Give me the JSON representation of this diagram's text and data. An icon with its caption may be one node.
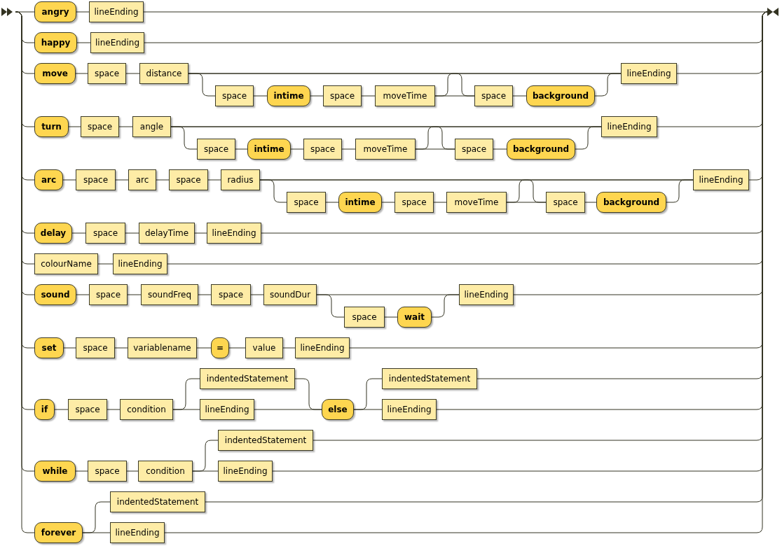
{
  "diagram": {
    "nodes": [
      {
        "text": [],
        "shape": "triangle"
      },
      {
        "text": [
          "angry"
        ]
      },
      {
        "text": [
          "lineEnding"
        ]
      },
      {
        "text": [
          "happy"
        ]
      },
      {
        "text": [
          "lineEnding"
        ]
      },
      {
        "text": [
          "move"
        ]
      },
      {
        "text": [
          "space"
        ]
      },
      {
        "text": [
          "distance"
        ]
      },
      {
        "text": [
          "space"
        ]
      },
      {
        "text": [
          "intime"
        ]
      },
      {
        "text": [
          "space"
        ]
      },
      {
        "text": [
          "moveTime"
        ]
      },
      {
        "text": [
          "space"
        ]
      },
      {
        "text": [
          "background"
        ]
      },
      {
        "text": [
          "lineEnding"
        ]
      },
      {
        "text": [
          "turn"
        ]
      },
      {
        "text": [
          "space"
        ]
      },
      {
        "text": [
          "angle"
        ]
      },
      {
        "text": [
          "space"
        ]
      },
      {
        "text": [
          "intime"
        ]
      },
      {
        "text": [
          "space"
        ]
      },
      {
        "text": [
          "moveTime"
        ]
      },
      {
        "text": [
          "space"
        ]
      },
      {
        "text": [
          "background"
        ]
      },
      {
        "text": [
          "lineEnding"
        ]
      },
      {
        "text": [
          "arc"
        ]
      },
      {
        "text": [
          "space"
        ]
      },
      {
        "text": [
          "arc"
        ]
      },
      {
        "text": [
          "space"
        ]
      },
      {
        "text": [
          "radius"
        ]
      },
      {
        "text": [
          "space"
        ]
      },
      {
        "text": [
          "intime"
        ]
      },
      {
        "text": [
          "space"
        ]
      },
      {
        "text": [
          "moveTime"
        ]
      },
      {
        "text": [
          "space"
        ]
      },
      {
        "text": [
          "background"
        ]
      },
      {
        "text": [
          "lineEnding"
        ]
      },
      {
        "text": [
          "delay"
        ]
      },
      {
        "text": [
          "space"
        ]
      },
      {
        "text": [
          "delayTime"
        ]
      },
      {
        "text": [
          "lineEnding"
        ]
      },
      {
        "text": [
          "colourName"
        ]
      },
      {
        "text": [
          "lineEnding"
        ]
      },
      {
        "text": [
          "sound"
        ]
      },
      {
        "text": [
          "space"
        ]
      },
      {
        "text": [
          "soundFreq"
        ]
      },
      {
        "text": [
          "space"
        ]
      },
      {
        "text": [
          "soundDur"
        ]
      },
      {
        "text": [
          "space"
        ]
      },
      {
        "text": [
          "wait"
        ]
      },
      {
        "text": [
          "lineEnding"
        ]
      },
      {
        "text": [
          "set"
        ]
      },
      {
        "text": [
          "space"
        ]
      },
      {
        "text": [
          "variablename"
        ]
      },
      {
        "text": [
          "="
        ]
      },
      {
        "text": [
          "value"
        ]
      },
      {
        "text": [
          "lineEnding"
        ]
      },
      {
        "text": [
          "if"
        ]
      },
      {
        "text": [
          "space"
        ]
      },
      {
        "text": [
          "condition"
        ]
      },
      {
        "text": [
          "indentedStatement"
        ]
      },
      {
        "text": [
          "lineEnding"
        ]
      },
      {
        "text": [
          "else"
        ]
      },
      {
        "text": [
          "indentedStatement"
        ]
      },
      {
        "text": [
          "lineEnding"
        ]
      },
      {
        "text": [
          "while"
        ]
      },
      {
        "text": [
          "space"
        ]
      },
      {
        "text": [
          "condition"
        ]
      },
      {
        "text": [
          "indentedStatement"
        ]
      },
      {
        "text": [
          "lineEnding"
        ]
      },
      {
        "text": [
          "forever"
        ]
      },
      {
        "text": [
          "indentedStatement"
        ]
      },
      {
        "text": [
          "lineEnding"
        ]
      },
      {
        "text": [],
        "shape": "triangle"
      }
    ],
    "edges": [
      {
        "from": 0,
        "to": 1,
        "arrow": "none"
      },
      {
        "from": 0,
        "to": 3,
        "arrow": "none"
      },
      {
        "from": 0,
        "to": 5,
        "arrow": "none"
      },
      {
        "from": 0,
        "to": 15,
        "arrow": "none"
      },
      {
        "from": 0,
        "to": 25,
        "arrow": "none"
      },
      {
        "from": 0,
        "to": 37,
        "arrow": "none"
      },
      {
        "from": 0,
        "to": 41,
        "arrow": "none"
      },
      {
        "from": 0,
        "to": 43,
        "arrow": "none"
      },
      {
        "from": 0,
        "to": 51,
        "arrow": "none"
      },
      {
        "from": 0,
        "to": 57,
        "arrow": "none"
      },
      {
        "from": 0,
        "to": 65,
        "arrow": "none"
      },
      {
        "from": 0,
        "to": 70,
        "arrow": "none"
      },
      {
        "from": 1,
        "to": 2,
        "arrow": "none"
      },
      {
        "from": 2,
        "to": 73,
        "arrow": "none"
      },
      {
        "from": 3,
        "to": 4,
        "arrow": "none"
      },
      {
        "from": 4,
        "to": 73,
        "arrow": "none"
      },
      {
        "from": 5,
        "to": 6,
        "arrow": "none"
      },
      {
        "from": 6,
        "to": 7,
        "arrow": "none"
      },
      {
        "from": 7,
        "to": 8,
        "arrow": "none"
      },
      {
        "from": 8,
        "to": 9,
        "arrow": "none"
      },
      {
        "from": 9,
        "to": 10,
        "arrow": "none"
      },
      {
        "from": 10,
        "to": 11,
        "arrow": "none"
      },
      {
        "from": 7,
        "to": 12,
        "arrow": "none"
      },
      {
        "from": 11,
        "to": 12,
        "arrow": "none"
      },
      {
        "from": 12,
        "to": 13,
        "arrow": "none"
      },
      {
        "from": 7,
        "to": 14,
        "arrow": "none"
      },
      {
        "from": 11,
        "to": 14,
        "arrow": "none"
      },
      {
        "from": 13,
        "to": 14,
        "arrow": "none"
      },
      {
        "from": 14,
        "to": 73,
        "arrow": "none"
      },
      {
        "from": 15,
        "to": 16,
        "arrow": "none"
      },
      {
        "from": 16,
        "to": 17,
        "arrow": "none"
      },
      {
        "from": 17,
        "to": 18,
        "arrow": "none"
      },
      {
        "from": 18,
        "to": 19,
        "arrow": "none"
      },
      {
        "from": 19,
        "to": 20,
        "arrow": "none"
      },
      {
        "from": 20,
        "to": 21,
        "arrow": "none"
      },
      {
        "from": 17,
        "to": 22,
        "arrow": "none"
      },
      {
        "from": 21,
        "to": 22,
        "arrow": "none"
      },
      {
        "from": 22,
        "to": 23,
        "arrow": "none"
      },
      {
        "from": 17,
        "to": 24,
        "arrow": "none"
      },
      {
        "from": 21,
        "to": 24,
        "arrow": "none"
      },
      {
        "from": 23,
        "to": 24,
        "arrow": "none"
      },
      {
        "from": 24,
        "to": 73,
        "arrow": "none"
      },
      {
        "from": 25,
        "to": 26,
        "arrow": "none"
      },
      {
        "from": 26,
        "to": 27,
        "arrow": "none"
      },
      {
        "from": 27,
        "to": 28,
        "arrow": "none"
      },
      {
        "from": 28,
        "to": 29,
        "arrow": "none"
      },
      {
        "from": 29,
        "to": 30,
        "arrow": "none"
      },
      {
        "from": 30,
        "to": 31,
        "arrow": "none"
      },
      {
        "from": 31,
        "to": 32,
        "arrow": "none"
      },
      {
        "from": 32,
        "to": 33,
        "arrow": "none"
      },
      {
        "from": 29,
        "to": 34,
        "arrow": "none"
      },
      {
        "from": 33,
        "to": 34,
        "arrow": "none"
      },
      {
        "from": 34,
        "to": 35,
        "arrow": "none"
      },
      {
        "from": 29,
        "to": 36,
        "arrow": "none"
      },
      {
        "from": 33,
        "to": 36,
        "arrow": "none"
      },
      {
        "from": 35,
        "to": 36,
        "arrow": "none"
      },
      {
        "from": 36,
        "to": 73,
        "arrow": "none"
      },
      {
        "from": 37,
        "to": 38,
        "arrow": "none"
      },
      {
        "from": 38,
        "to": 39,
        "arrow": "none"
      },
      {
        "from": 39,
        "to": 40,
        "arrow": "none"
      },
      {
        "from": 40,
        "to": 73,
        "arrow": "none"
      },
      {
        "from": 41,
        "to": 42,
        "arrow": "none"
      },
      {
        "from": 42,
        "to": 73,
        "arrow": "none"
      },
      {
        "from": 43,
        "to": 44,
        "arrow": "none"
      },
      {
        "from": 44,
        "to": 45,
        "arrow": "none"
      },
      {
        "from": 45,
        "to": 46,
        "arrow": "none"
      },
      {
        "from": 46,
        "to": 47,
        "arrow": "none"
      },
      {
        "from": 47,
        "to": 48,
        "arrow": "none"
      },
      {
        "from": 48,
        "to": 49,
        "arrow": "none"
      },
      {
        "from": 47,
        "to": 50,
        "arrow": "none"
      },
      {
        "from": 49,
        "to": 50,
        "arrow": "none"
      },
      {
        "from": 50,
        "to": 73,
        "arrow": "none"
      },
      {
        "from": 51,
        "to": 52,
        "arrow": "none"
      },
      {
        "from": 52,
        "to": 53,
        "arrow": "none"
      },
      {
        "from": 53,
        "to": 54,
        "arrow": "none"
      },
      {
        "from": 54,
        "to": 55,
        "arrow": "none"
      },
      {
        "from": 55,
        "to": 56,
        "arrow": "none"
      },
      {
        "from": 56,
        "to": 73,
        "arrow": "none"
      },
      {
        "from": 57,
        "to": 58,
        "arrow": "none"
      },
      {
        "from": 58,
        "to": 59,
        "arrow": "none"
      },
      {
        "from": 59,
        "to": 60,
        "arrow": "none"
      },
      {
        "from": 59,
        "to": 61,
        "arrow": "none"
      },
      {
        "from": 60,
        "to": 62,
        "arrow": "none"
      },
      {
        "from": 61,
        "to": 62,
        "arrow": "none"
      },
      {
        "from": 62,
        "to": 63,
        "arrow": "none"
      },
      {
        "from": 62,
        "to": 64,
        "arrow": "none"
      },
      {
        "from": 63,
        "to": 73,
        "arrow": "none"
      },
      {
        "from": 64,
        "to": 73,
        "arrow": "none"
      },
      {
        "from": 65,
        "to": 66,
        "arrow": "none"
      },
      {
        "from": 66,
        "to": 67,
        "arrow": "none"
      },
      {
        "from": 67,
        "to": 68,
        "arrow": "none"
      },
      {
        "from": 67,
        "to": 69,
        "arrow": "none"
      },
      {
        "from": 68,
        "to": 73,
        "arrow": "none"
      },
      {
        "from": 69,
        "to": 73,
        "arrow": "none"
      },
      {
        "from": 70,
        "to": 71,
        "arrow": "none"
      },
      {
        "from": 70,
        "to": 72,
        "arrow": "none"
      },
      {
        "from": 71,
        "to": 73,
        "arrow": "none"
      },
      {
        "from": 72,
        "to": 73,
        "arrow": "none"
      }
    ]
  }
}
